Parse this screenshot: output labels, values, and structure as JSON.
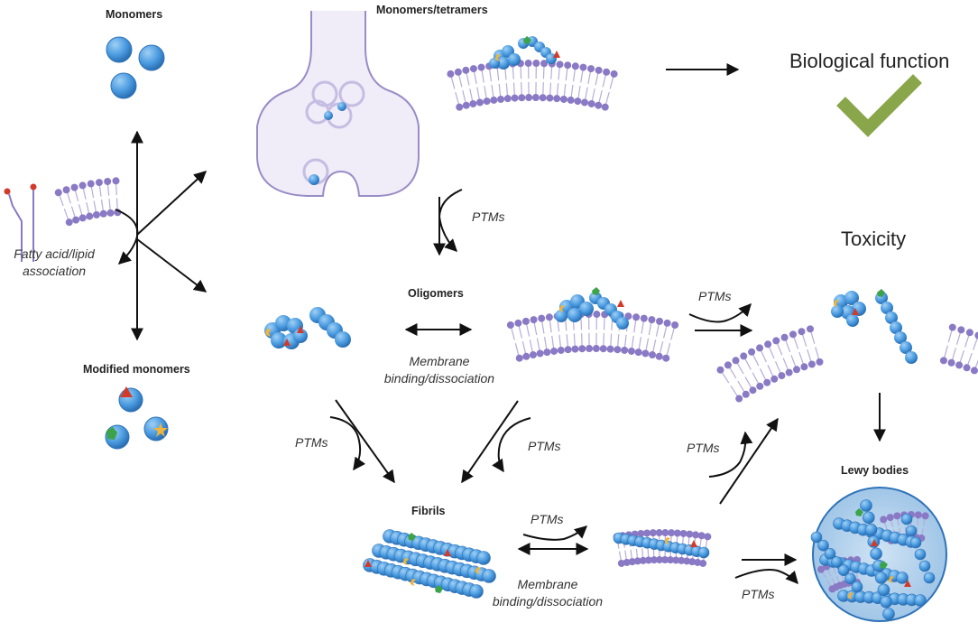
{
  "labels": {
    "monomers": "Monomers",
    "monomers_tetramers": "Monomers/tetramers",
    "biological_function": "Biological function",
    "toxicity": "Toxicity",
    "oligomers": "Oligomers",
    "modified_monomers": "Modified monomers",
    "fatty_acid_line1": "Fatty acid/lipid",
    "fatty_acid_line2": "association",
    "membrane1_line1": "Membrane",
    "membrane1_line2": "binding/dissociation",
    "membrane2_line1": "Membrane",
    "membrane2_line2": "binding/dissociation",
    "fibrils": "Fibrils",
    "lewy_bodies": "Lewy bodies",
    "ptms_synapse": "PTMs",
    "ptms_toxicity": "PTMs",
    "ptms_oligo_fibril_left": "PTMs",
    "ptms_oligo_fibril_right": "PTMs",
    "ptms_fibril_membrane": "PTMs",
    "ptms_to_toxicity": "PTMs",
    "ptms_lewy": "PTMs"
  },
  "colors": {
    "protein": "#5aa5e3",
    "protein_dark": "#2f73b8",
    "lipid_head": "#8a79c4",
    "lipid_tail": "#b7acd9",
    "check": "#8aa64a",
    "arrow": "#111111",
    "ptm_red": "#d23a2a",
    "ptm_green": "#3da34a",
    "ptm_yellow": "#f0b43c",
    "neuron_fill": "#f0ecf8",
    "neuron_stroke": "#9a8cc6",
    "lewy_fill": "#b9d6ef"
  }
}
